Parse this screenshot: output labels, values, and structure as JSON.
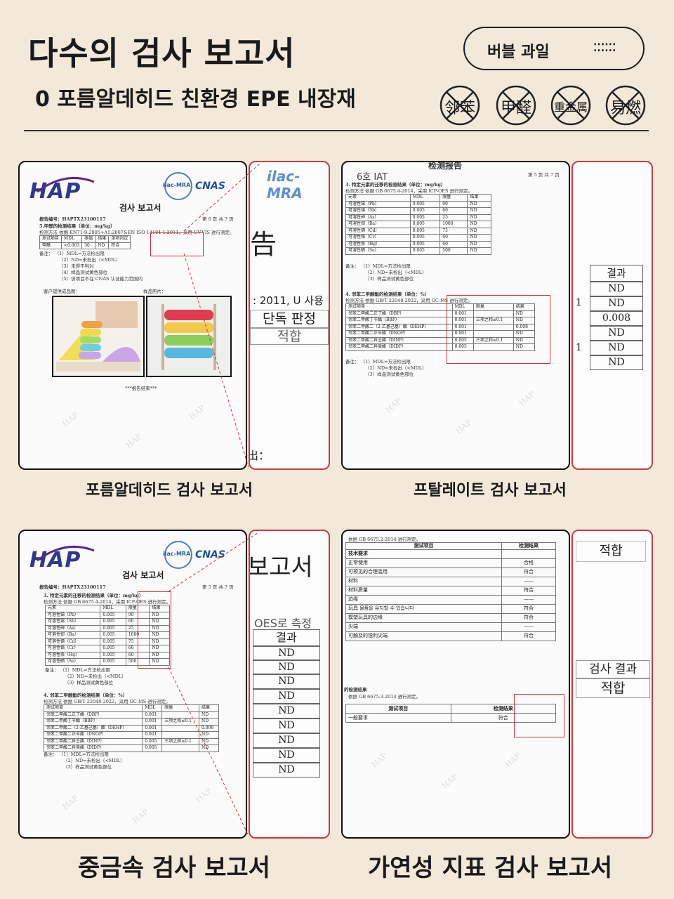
{
  "header": {
    "title": "다수의 검사 보고서",
    "subtitle": "0 포름알데히드 친환경 EPE 내장재",
    "pill_label": "버블 과일",
    "pill_dots": "::::::"
  },
  "badges": [
    "邻苯",
    "甲醛",
    "重金属",
    "易燃"
  ],
  "panels": [
    {
      "caption": "포름알데히드 검사 보고서",
      "doc": {
        "logo": "HAP",
        "seal1": "ilac-MRA",
        "seal2": "CNAS",
        "title": "검사 보고서",
        "report_no": "报告编号：HAPTX23100117",
        "page": "第 6 页 共 7 页",
        "section": "5.甲醛的检测结果（单位：mg/kg）",
        "method": "检测方法    依据 EN71-9:2005+A1:2007&EN ISO 14184-1:2011，采用 UV-VIS 进行测定。",
        "table_head": [
          "测试项目",
          "MDL",
          "限值",
          "结果",
          "单项判定"
        ],
        "table_row": [
          "甲醛",
          "<0.003",
          "30",
          "ND",
          "符合"
        ],
        "notes": [
          "备注：  （1）MDL=方法检出限",
          "（2）ND=未检出（<MDL）",
          "（3）未得不判对",
          "（4）样品测试黄色部位",
          "（5）该项目不在 CNAS 认证能力范围内"
        ],
        "label_left": "客户提供成品图：",
        "label_right": "样品照片：",
        "end": "***报告结束***"
      },
      "zoom": {
        "top_text": "ilac-MRA",
        "big_char": "告",
        "line1": ": 2011, U 사용",
        "line2": "단독 판정",
        "line3": "적합",
        "bottom": "出："
      }
    },
    {
      "caption": "프탈레이트 검사 보고서",
      "doc": {
        "header_text": "检测报告",
        "korean_tag": "6호 IAT",
        "page": "第 5 页 共 7 页",
        "section": "3. 特定元素的迁移的检测结果（单位：mg/kg）",
        "method": "检测方法    依据 GB 6675.4-2014，采用 ICP-OES 进行测定。",
        "table_head": [
          "元素",
          "MDL",
          "限量",
          "结果"
        ],
        "rows": [
          [
            "可溶性锑（Pb）",
            "0.005",
            "90",
            "ND"
          ],
          [
            "可溶性锑（Sb）",
            "0.005",
            "60",
            "ND"
          ],
          [
            "可溶性砷（As）",
            "0.005",
            "25",
            "ND"
          ],
          [
            "可溶性钡（Ba）",
            "0.005",
            "1000",
            "ND"
          ],
          [
            "可溶性镉（Cd）",
            "0.005",
            "75",
            "ND"
          ],
          [
            "可溶性铬（Cr）",
            "0.005",
            "60",
            "ND"
          ],
          [
            "可溶性汞（Hg）",
            "0.005",
            "60",
            "ND"
          ],
          [
            "可溶性硒（Se）",
            "0.005",
            "500",
            "ND"
          ]
        ],
        "notes": [
          "备注：  （1）MDL=方法检出限",
          "（2）ND=未检出（<MDL）",
          "（3）样品测试黄色部位"
        ],
        "section2": "4. 邻苯二甲酸酯的检测结果（单位：%）",
        "method2": "检测方法    依据 GB/T 22048-2022，采用 GC-MS 进行测定。",
        "table2_head": [
          "测试项目",
          "MDL",
          "限量",
          "结果"
        ],
        "rows2": [
          [
            "邻苯二甲酸二正丁酯（DBP）",
            "0.001",
            "",
            "ND"
          ],
          [
            "邻苯二甲酸丁苄酯（BBP）",
            "0.001",
            "三项之和≤0.1",
            "ND"
          ],
          [
            "邻苯二甲酸二（2-乙基己基）酯（DEHP）",
            "0.001",
            "",
            "0.008"
          ],
          [
            "邻苯二甲酸二正辛酯（DNOP）",
            "0.001",
            "",
            "ND"
          ],
          [
            "邻苯二甲酸二异壬酯（DINP）",
            "0.005",
            "三项之和≤0.1",
            "ND"
          ],
          [
            "邻苯二甲酸二异癸酯（DIDP）",
            "0.005",
            "",
            "ND"
          ]
        ],
        "notes2": [
          "备注：  （1）MDL=方法检出限",
          "（2）ND=未检出（<MDL）",
          "（3）样品测试黄色部位"
        ]
      },
      "zoom": {
        "head": "결과",
        "values": [
          "ND",
          "ND",
          "0.008",
          "ND",
          "ND",
          "ND"
        ],
        "marks": [
          "1",
          "1"
        ]
      }
    },
    {
      "caption": "중금속 검사 보고서",
      "doc": {
        "logo": "HAP",
        "seal1": "ilac-MRA",
        "seal2": "CNAS",
        "title": "검사 보고서",
        "report_no": "报告编号：HAPTX23100117",
        "page": "第 5 页 共 7 页",
        "section": "3. 特定元素的迁移的检测结果（单位：mg/kg）",
        "method": "检测方法    依据 GB 6675.4-2014，采用 ICP-OES 进行测定。",
        "table_head": [
          "元素",
          "MDL",
          "限量",
          "结果"
        ],
        "rows": [
          [
            "可溶性锑（Pb）",
            "0.005",
            "90",
            "ND"
          ],
          [
            "可溶性锑（Sb）",
            "0.005",
            "60",
            "ND"
          ],
          [
            "可溶性砷（As）",
            "0.005",
            "25",
            "ND"
          ],
          [
            "可溶性钡（Ba）",
            "0.005",
            "1000",
            "ND"
          ],
          [
            "可溶性镉（Cd）",
            "0.005",
            "75",
            "ND"
          ],
          [
            "可溶性铬（Cr）",
            "0.005",
            "60",
            "ND"
          ],
          [
            "可溶性汞（Hg）",
            "0.005",
            "60",
            "ND"
          ],
          [
            "可溶性硒（Se）",
            "0.005",
            "500",
            "ND"
          ]
        ],
        "notes": [
          "备注：  （1）MDL=方法检出限",
          "（2）ND=未检出（<MDL）",
          "（3）样品测试黄色部位"
        ],
        "section2": "4. 邻苯二甲酸酯的检测结果（单位：%）",
        "method2": "检测方法    依据 GB/T 22048-2022，采用 GC-MS 进行测定。",
        "table2_head": [
          "测试项目",
          "MDL",
          "限量",
          "结果"
        ],
        "rows2": [
          [
            "邻苯二甲酸二正丁酯（DBP）",
            "0.001",
            "",
            "ND"
          ],
          [
            "邻苯二甲酸丁苄酯（BBP）",
            "0.001",
            "三项之和≤0.1",
            "ND"
          ],
          [
            "邻苯二甲酸二（2-乙基己基）酯（DEHP）",
            "0.001",
            "",
            "0.008"
          ],
          [
            "邻苯二甲酸二正辛酯（DNOP）",
            "0.001",
            "",
            "ND"
          ],
          [
            "邻苯二甲酸二异壬酯（DINP）",
            "0.005",
            "三项之和≤0.1",
            "ND"
          ],
          [
            "邻苯二甲酸二异癸酯（DIDP）",
            "0.005",
            "",
            "ND"
          ]
        ],
        "notes2": [
          "备注：  （1）MDL=方法检出限",
          "（2）ND=未检出（<MDL）",
          "（3）样品测试黄色部位"
        ]
      },
      "zoom": {
        "big": "보고서",
        "line": "OES로 측정",
        "head": "결과",
        "values": [
          "ND",
          "ND",
          "ND",
          "ND",
          "ND",
          "ND",
          "ND",
          "ND",
          "ND"
        ]
      }
    },
    {
      "caption": "가연성 지표 검사 보고서",
      "doc": {
        "method": "依据 GB 6675.2-2014 进行测定。",
        "table_head": [
          "测试项目",
          "检测结果"
        ],
        "rows": [
          [
            "技术要求",
            ""
          ],
          [
            "正常使用",
            "合格"
          ],
          [
            "可预见的合理滥用",
            "符合"
          ],
          [
            "材料",
            "——"
          ],
          [
            "材料质量",
            "符合"
          ],
          [
            "边缘",
            "——"
          ],
          [
            "玩具 물품을 유지할 수 있습니다",
            "符合"
          ],
          [
            "模塑玩具的边缘",
            "符合"
          ],
          [
            "尖端",
            "——"
          ],
          [
            "可触及的锐利尖端",
            "符合"
          ]
        ],
        "section2": "的检测结果",
        "method2": "依据 GB 6675.3-2014 进行测定。",
        "table2_head": [
          "测试项目",
          "检测结果"
        ],
        "row2": [
          "一般要求",
          "符合"
        ]
      },
      "zoom": {
        "top": "적합",
        "mid_head": "검사 결과",
        "mid_val": "적합"
      }
    }
  ]
}
